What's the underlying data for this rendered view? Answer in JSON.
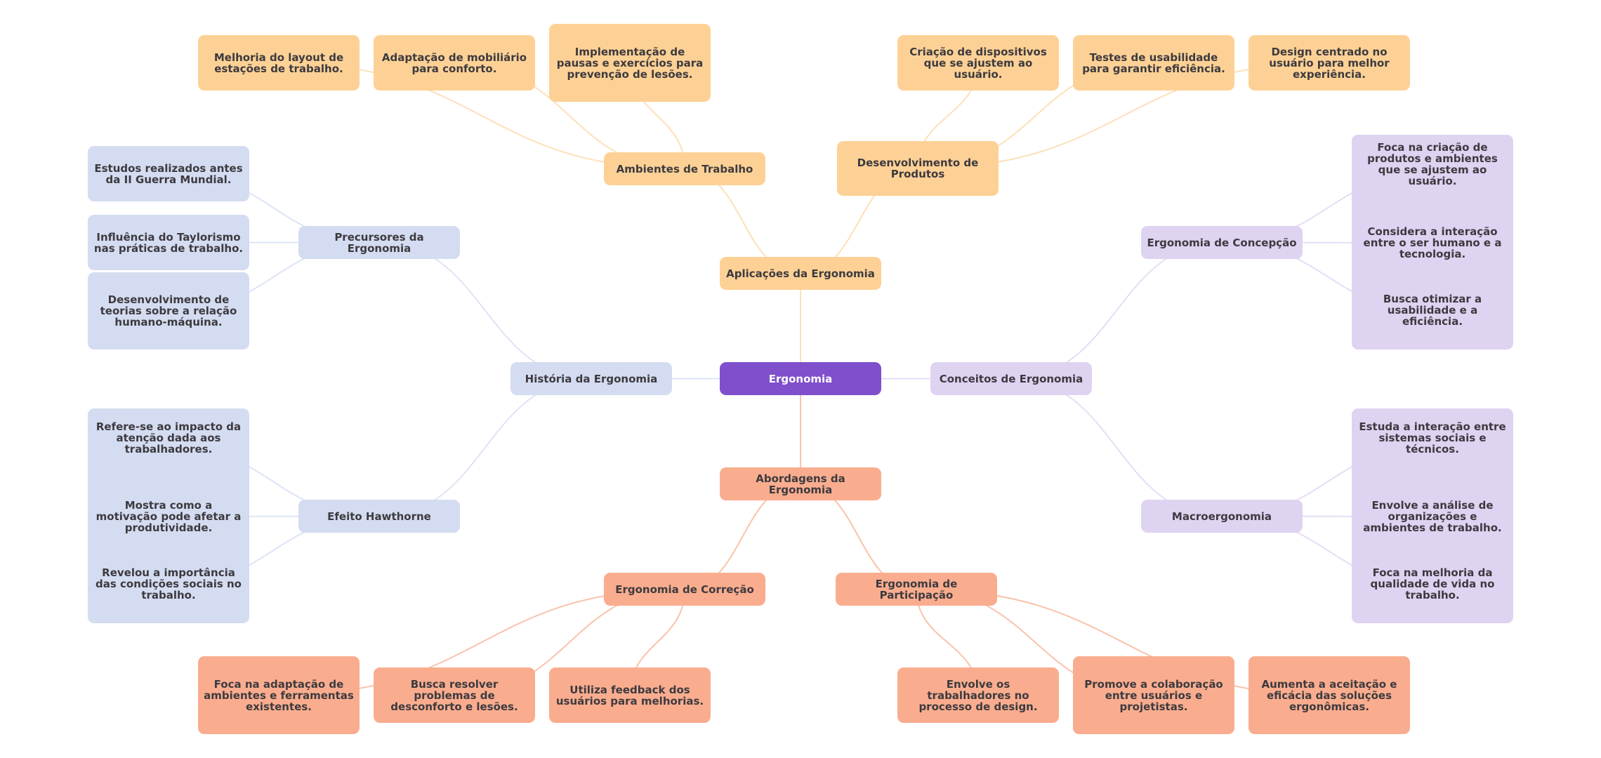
{
  "title": "Ergonomia",
  "colors": {
    "root": "#7f4fcc",
    "aplicacoes": "#fdd195",
    "abordagens": "#f9ad8e",
    "historia": "#d4dcf1",
    "conceitos": "#ded3f1",
    "edge_aplicacoes": "#fde0b8",
    "edge_abordagens": "#f9c3ab",
    "edge_historia": "#dde4f5",
    "edge_conceitos": "#e6ddf5"
  },
  "root": {
    "label": "Ergonomia"
  },
  "branches": {
    "aplicacoes": {
      "label": "Aplicações da Ergonomia",
      "ambientes": {
        "label": "Ambientes de Trabalho",
        "leaves": [
          "Melhoria do layout de estações de trabalho.",
          "Adaptação de mobiliário para conforto.",
          "Implementação de pausas e exercícios para prevenção de lesões."
        ]
      },
      "produtos": {
        "label": "Desenvolvimento de Produtos",
        "leaves": [
          "Criação de dispositivos que se ajustem ao usuário.",
          "Testes de usabilidade para garantir eficiência.",
          "Design centrado no usuário para melhor experiência."
        ]
      }
    },
    "historia": {
      "label": "História da Ergonomia",
      "precursores": {
        "label": "Precursores da Ergonomia",
        "leaves": [
          "Estudos realizados antes da II Guerra Mundial.",
          "Influência do Taylorismo nas práticas de trabalho.",
          "Desenvolvimento de teorias sobre a relação humano-máquina."
        ]
      },
      "hawthorne": {
        "label": "Efeito Hawthorne",
        "leaves": [
          "Refere-se ao impacto da atenção dada aos trabalhadores.",
          "Mostra como a motivação pode afetar a produtividade.",
          "Revelou a importância das condições sociais no trabalho."
        ]
      }
    },
    "conceitos": {
      "label": "Conceitos de Ergonomia",
      "concepcao": {
        "label": "Ergonomia de Concepção",
        "leaves": [
          "Foca na criação de produtos e ambientes que se ajustem ao usuário.",
          "Considera a interação entre o ser humano e a tecnologia.",
          "Busca otimizar a usabilidade e a eficiência."
        ]
      },
      "macro": {
        "label": "Macroergonomia",
        "leaves": [
          "Estuda a interação entre sistemas sociais e técnicos.",
          "Envolve a análise de organizações e ambientes de trabalho.",
          "Foca na melhoria da qualidade de vida no trabalho."
        ]
      }
    },
    "abordagens": {
      "label": "Abordagens da Ergonomia",
      "correcao": {
        "label": "Ergonomia de Correção",
        "leaves": [
          "Foca na adaptação de ambientes e ferramentas existentes.",
          "Busca resolver problemas de desconforto e lesões.",
          "Utiliza feedback dos usuários para melhorias."
        ]
      },
      "participacao": {
        "label": "Ergonomia de Participação",
        "leaves": [
          "Envolve os trabalhadores no processo de design.",
          "Promove a colaboração entre usuários e projetistas.",
          "Aumenta a aceitação e eficácia das soluções ergonômicas."
        ]
      }
    }
  }
}
